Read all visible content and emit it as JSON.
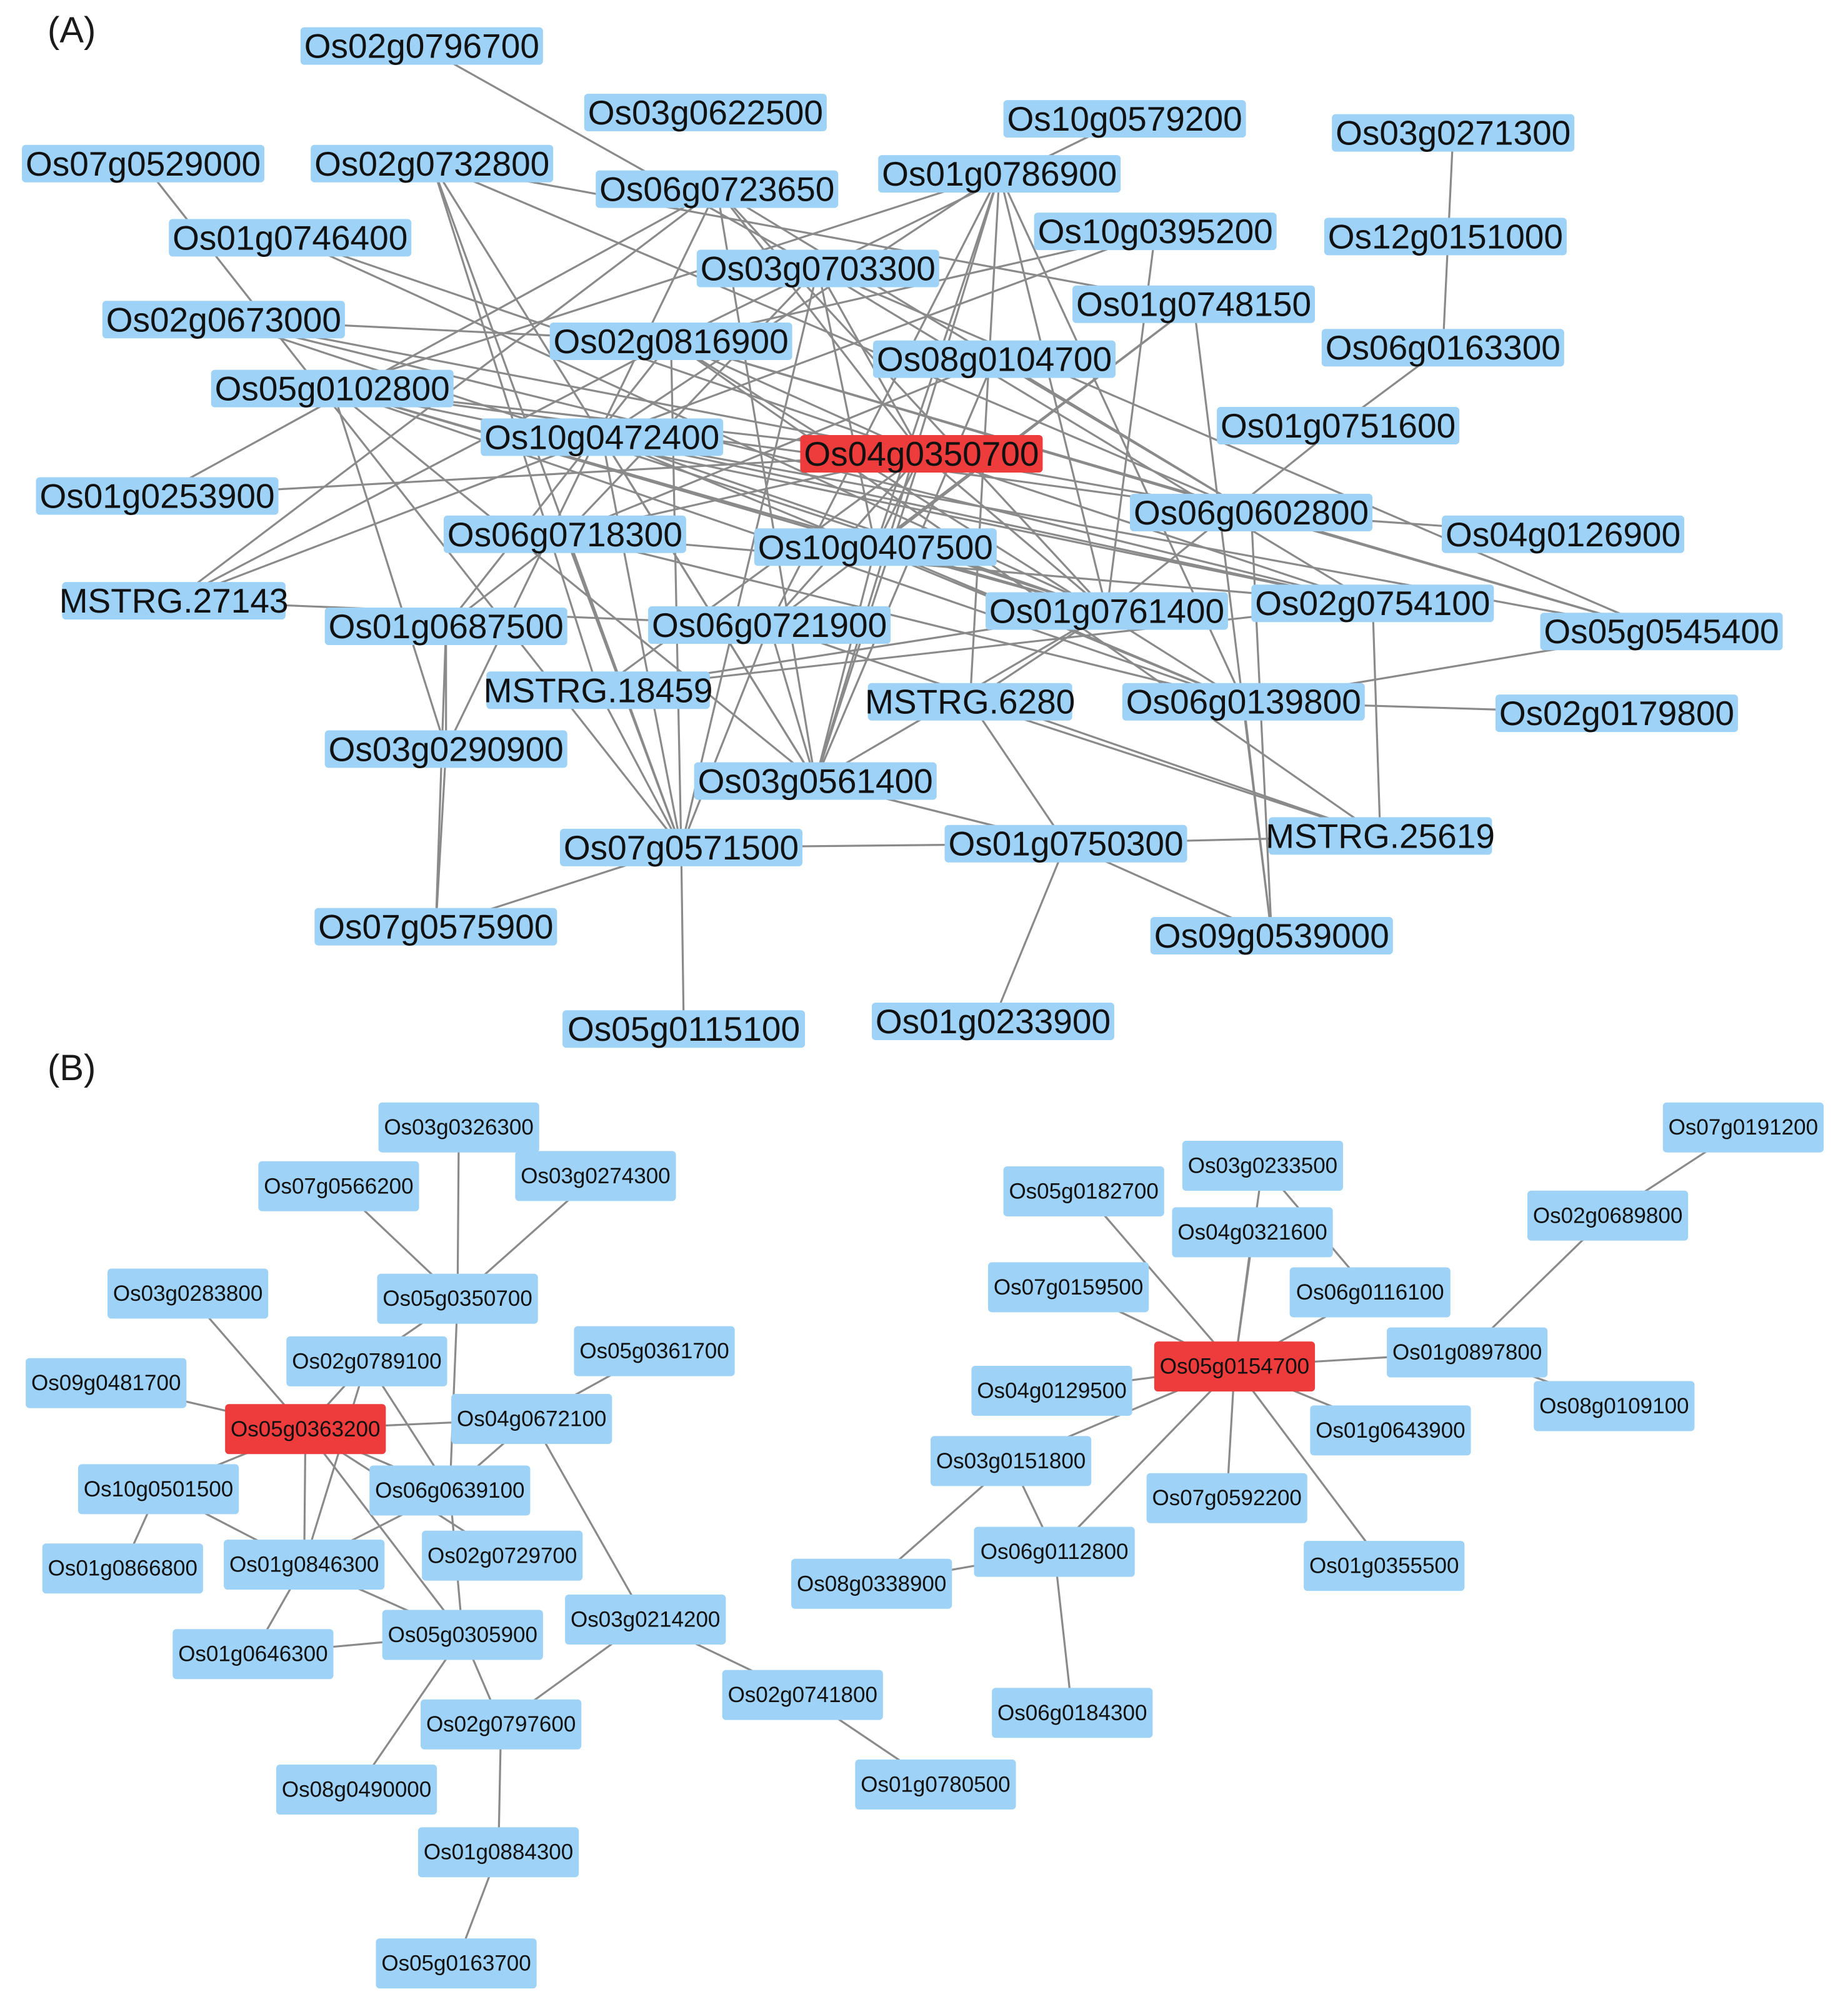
{
  "colors": {
    "node": "#9ed2f7",
    "hub": "#ee3b3b",
    "edge": "#8a8a8a",
    "text": "#111111"
  },
  "panels": [
    {
      "label": "(A)",
      "hubs": [
        "Os04g0350700"
      ],
      "nodes": [
        "Os02g0796700",
        "Os03g0622500",
        "Os10g0579200",
        "Os03g0271300",
        "Os07g0529000",
        "Os02g0732800",
        "Os06g0723650",
        "Os01g0786900",
        "Os01g0746400",
        "Os10g0395200",
        "Os12g0151000",
        "Os03g0703300",
        "Os02g0673000",
        "Os01g0748150",
        "Os02g0816900",
        "Os08g0104700",
        "Os06g0163300",
        "Os05g0102800",
        "Os01g0751600",
        "Os10g0472400",
        "Os04g0350700",
        "Os01g0253900",
        "Os06g0602800",
        "Os04g0126900",
        "Os06g0718300",
        "Os10g0407500",
        "MSTRG.27143",
        "Os01g0761400",
        "Os02g0754100",
        "Os01g0687500",
        "Os06g0721900",
        "Os05g0545400",
        "MSTRG.18459",
        "MSTRG.6280",
        "Os06g0139800",
        "Os02g0179800",
        "Os03g0290900",
        "Os03g0561400",
        "Os07g0571500",
        "Os01g0750300",
        "MSTRG.25619",
        "Os07g0575900",
        "Os09g0539000",
        "Os05g0115100",
        "Os01g0233900"
      ]
    },
    {
      "label": "(B)",
      "hubs": [
        "Os05g0363200",
        "Os05g0154700"
      ],
      "nodes": [
        "Os03g0326300",
        "Os07g0566200",
        "Os03g0274300",
        "Os03g0283800",
        "Os05g0350700",
        "Os02g0789100",
        "Os05g0361700",
        "Os09g0481700",
        "Os05g0363200",
        "Os04g0672100",
        "Os10g0501500",
        "Os06g0639100",
        "Os01g0866800",
        "Os01g0846300",
        "Os02g0729700",
        "Os03g0214200",
        "Os01g0646300",
        "Os05g0305900",
        "Os02g0741800",
        "Os02g0797600",
        "Os01g0780500",
        "Os08g0490000",
        "Os01g0884300",
        "Os05g0163700",
        "Os07g0191200",
        "Os03g0233500",
        "Os05g0182700",
        "Os02g0689800",
        "Os04g0321600",
        "Os07g0159500",
        "Os06g0116100",
        "Os05g0154700",
        "Os01g0897800",
        "Os04g0129500",
        "Os08g0109100",
        "Os01g0643900",
        "Os03g0151800",
        "Os07g0592200",
        "Os06g0112800",
        "Os01g0355500",
        "Os08g0338900",
        "Os06g0184300"
      ]
    }
  ]
}
